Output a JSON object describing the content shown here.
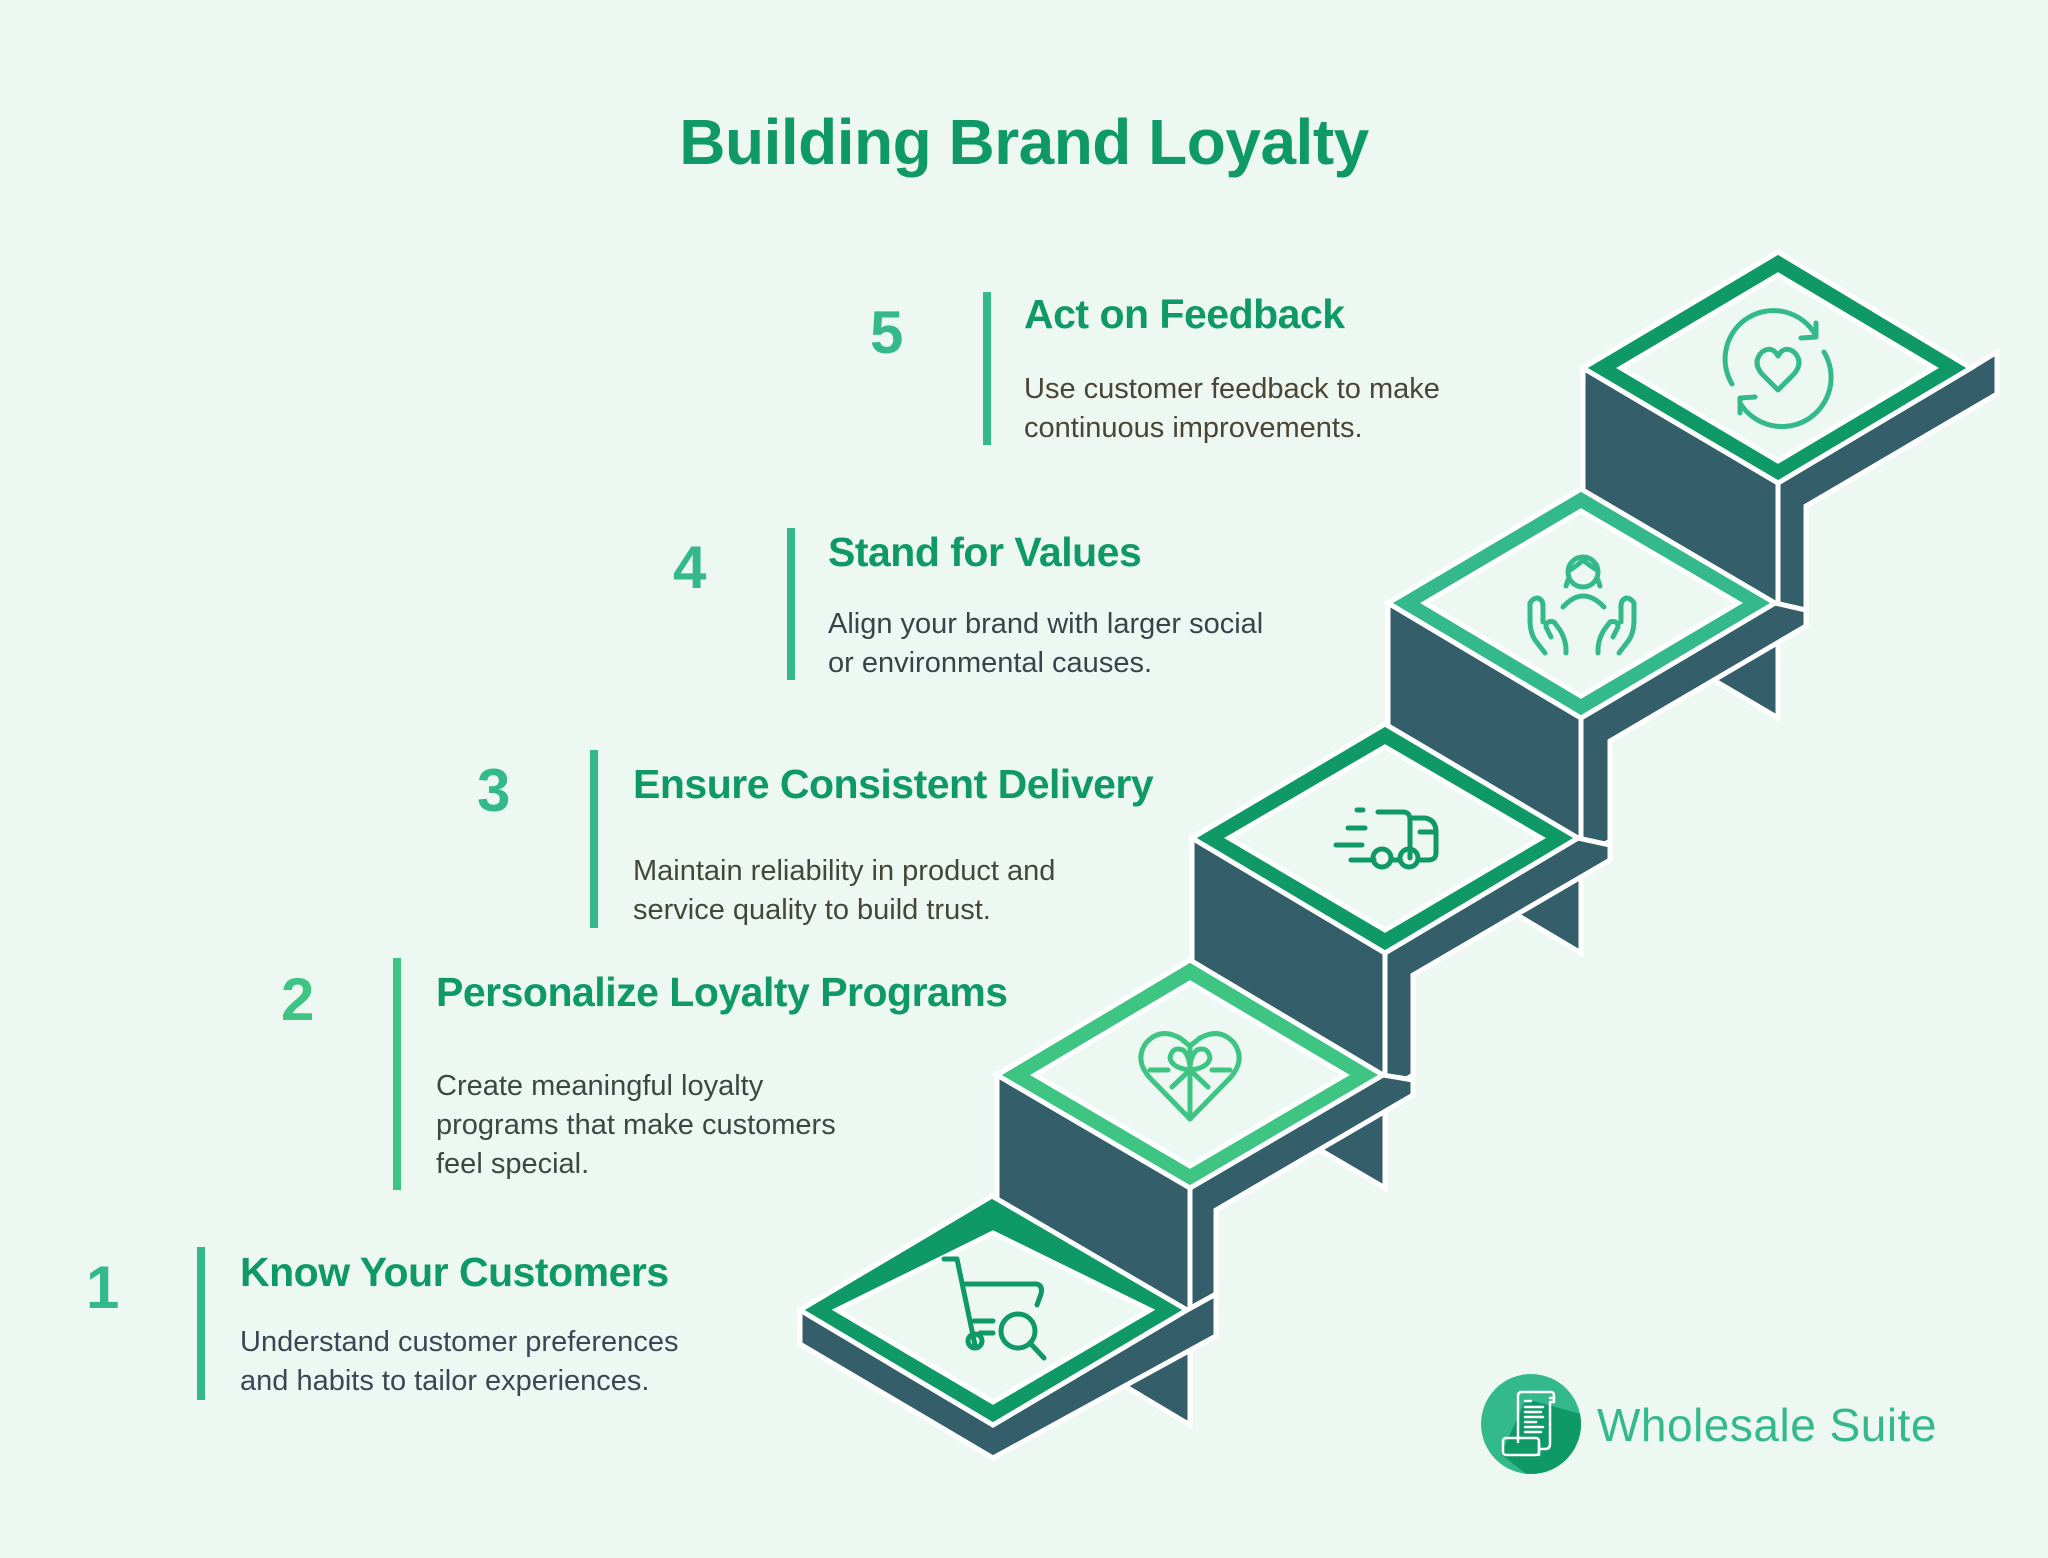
{
  "title": "Building Brand Loyalty",
  "colors": {
    "background": "#edf8f3",
    "title": "#0e9966",
    "accent_dark": "#0e9966",
    "accent_mid": "#34b98d",
    "accent_light": "#3ec583",
    "riser": "#355e6b",
    "desc_text": "#3d4a4a"
  },
  "steps": [
    {
      "number": "1",
      "title": "Know Your Customers",
      "desc": [
        "Understand customer preferences",
        "and habits to tailor experiences."
      ],
      "icon": "shopping-cart-search-icon",
      "ring_color": "#0e9966"
    },
    {
      "number": "2",
      "title": "Personalize Loyalty Programs",
      "desc": [
        "Create meaningful loyalty",
        "programs that make customers",
        "feel special."
      ],
      "icon": "heart-gift-icon",
      "ring_color": "#3ec583"
    },
    {
      "number": "3",
      "title": "Ensure Consistent Delivery",
      "desc": [
        "Maintain reliability in product and",
        "service quality to build trust."
      ],
      "icon": "delivery-truck-icon",
      "ring_color": "#0e9966"
    },
    {
      "number": "4",
      "title": "Stand for Values",
      "desc": [
        "Align your brand with larger social",
        "or environmental causes."
      ],
      "icon": "caring-hands-person-icon",
      "ring_color": "#34b98d"
    },
    {
      "number": "5",
      "title": "Act on Feedback",
      "desc": [
        "Use customer feedback to make",
        "continuous improvements."
      ],
      "icon": "heart-refresh-icon",
      "ring_color": "#0e9966"
    }
  ],
  "brand": {
    "name": "Wholesale Suite",
    "icon": "receipt-scroll-icon"
  }
}
